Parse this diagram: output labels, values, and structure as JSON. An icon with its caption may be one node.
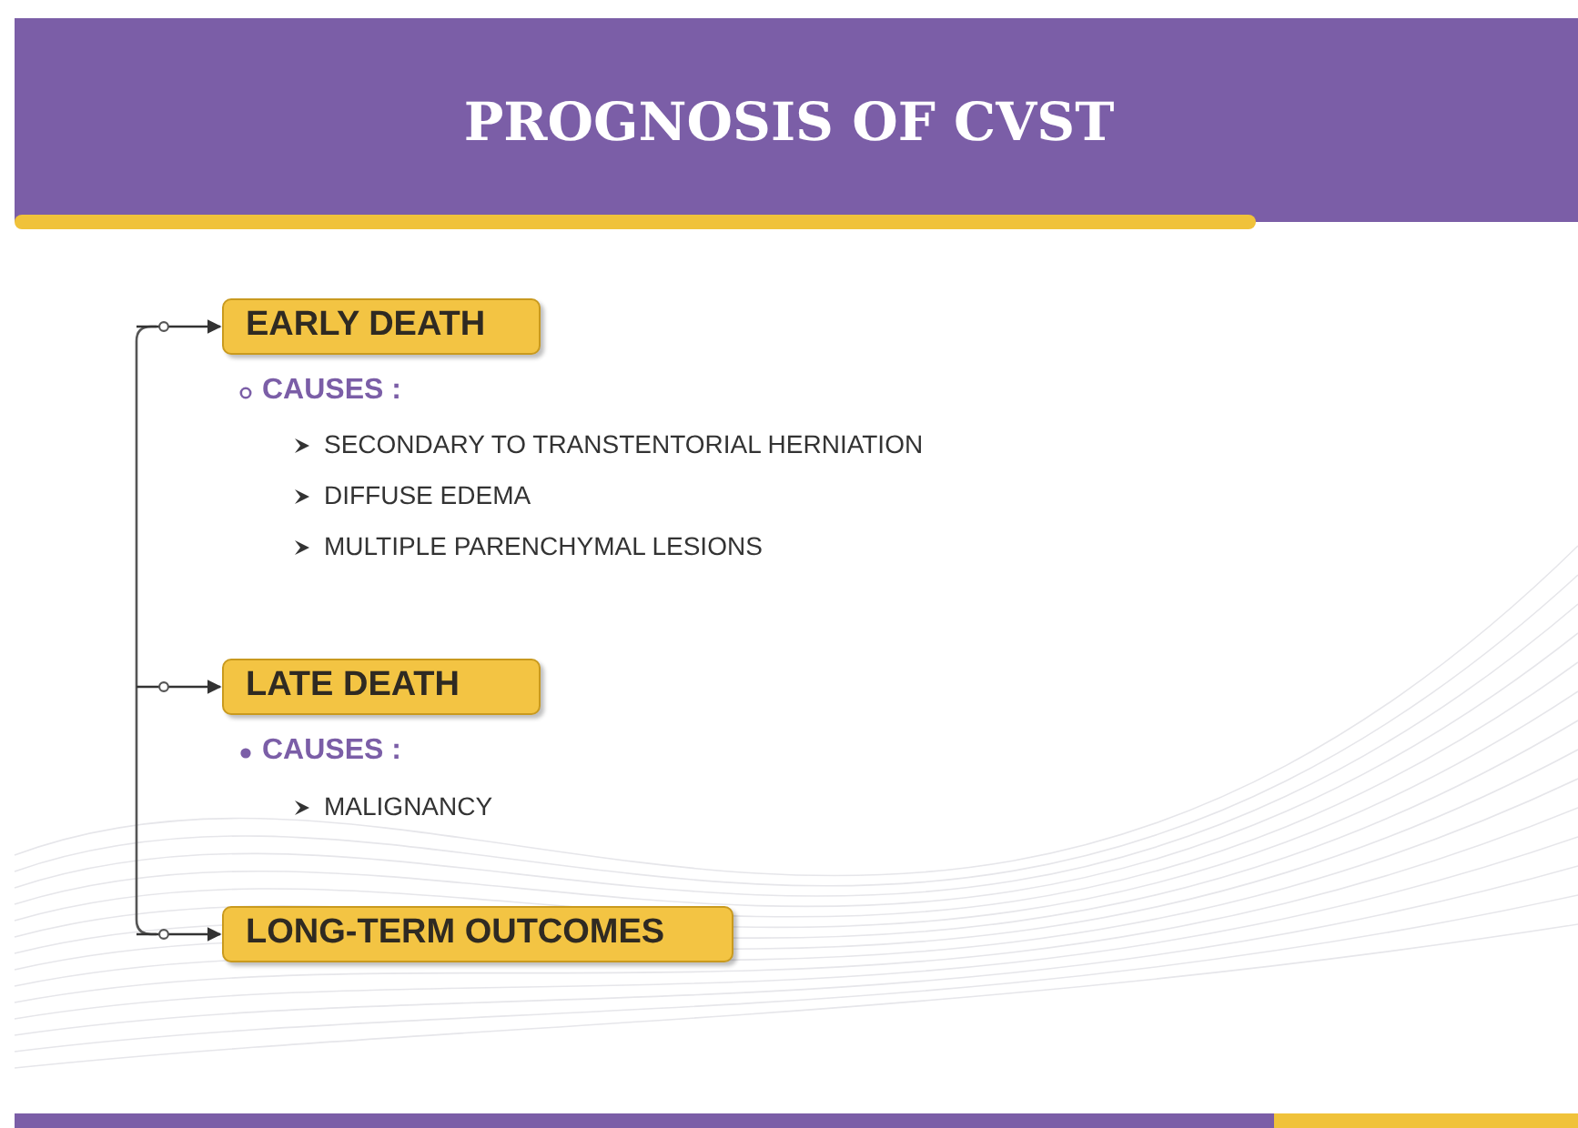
{
  "diagram": {
    "title": "PROGNOSIS OF CVST",
    "nodes": [
      {
        "text": [
          "EARLY DEATH"
        ]
      },
      {
        "text": [
          "LATE DEATH"
        ]
      },
      {
        "text": [
          "LONG-TERM OUTCOMES"
        ]
      }
    ],
    "edges": [
      {
        "from": null,
        "to": 0,
        "arrow": "to"
      },
      {
        "from": null,
        "to": 1,
        "arrow": "to"
      },
      {
        "from": null,
        "to": 2,
        "arrow": "to"
      }
    ],
    "labels": [
      "CAUSES :",
      "SECONDARY TO TRANSTENTORIAL HERNIATION",
      "DIFFUSE EDEMA",
      "MULTIPLE PARENCHYMAL LESIONS",
      "CAUSES :",
      "MALIGNANCY"
    ]
  }
}
